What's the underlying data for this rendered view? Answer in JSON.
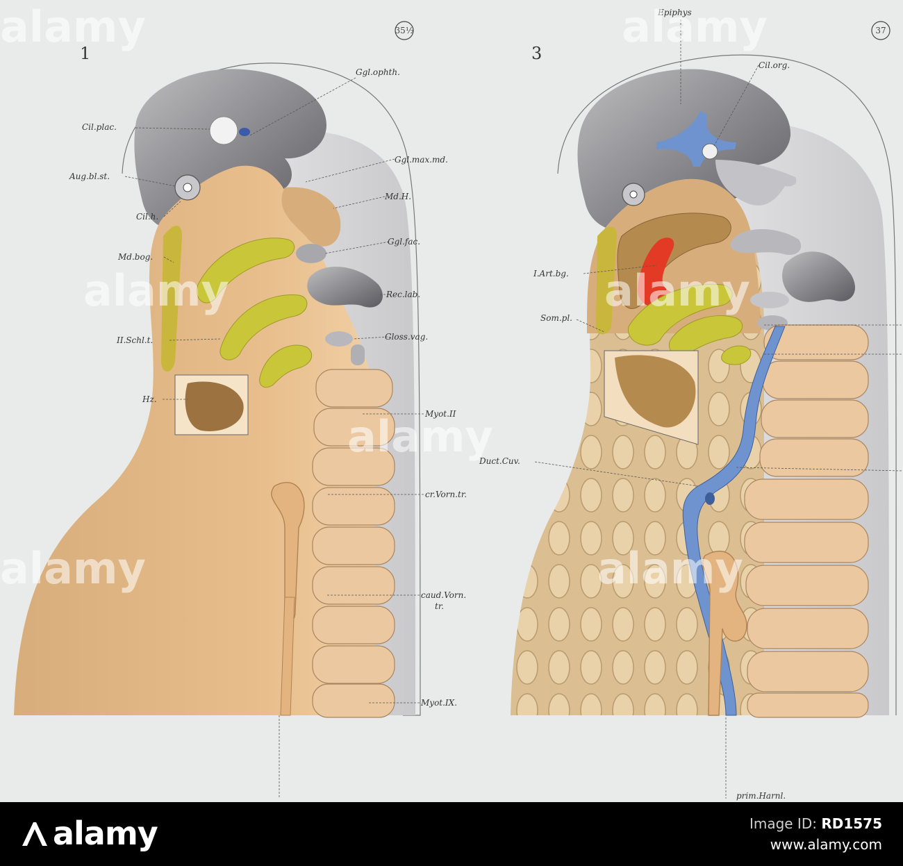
{
  "plate": {
    "panels": [
      {
        "number": "1",
        "stage": "35½"
      },
      {
        "number": "3",
        "stage": "37"
      }
    ],
    "labels": {
      "epiphys": "Epiphys",
      "ggl_ophth": "Ggl.ophth.",
      "cil_plac": "Cil.plac.",
      "ggl_max_md": "Ggl.max.md.",
      "aug_bl_st": "Aug.bl.st.",
      "md_h": "Md.H.",
      "cil_h": "Cil.h.",
      "ggl_fac": "Ggl.fac.",
      "md_bog": "Md.bog.",
      "rec_lab": "Rec.lab.",
      "gloss_vag": "Gloss.vag.",
      "ii_schl_t": "II.Schl.t.",
      "hz": "Hz.",
      "myot_ii": "Myot.II",
      "cr_vorn_tr": "cr.Vorn.tr.",
      "caud_vorn_tr_1": "caud.Vorn.",
      "caud_vorn_tr_2": "tr.",
      "myot_ix": "Myot.IX.",
      "cil_org": "Cil.org.",
      "i_art_bg": "I.Art.bg.",
      "som_pl": "Som.pl.",
      "duct_cuv": "Duct.Cuv.",
      "prim_harnl": "prim.Harnl."
    }
  },
  "watermark": "alamy",
  "footer": {
    "logo": "alamy",
    "image_id_label": "Image ID:",
    "image_id": "RD1575",
    "site": "www.alamy.com"
  }
}
